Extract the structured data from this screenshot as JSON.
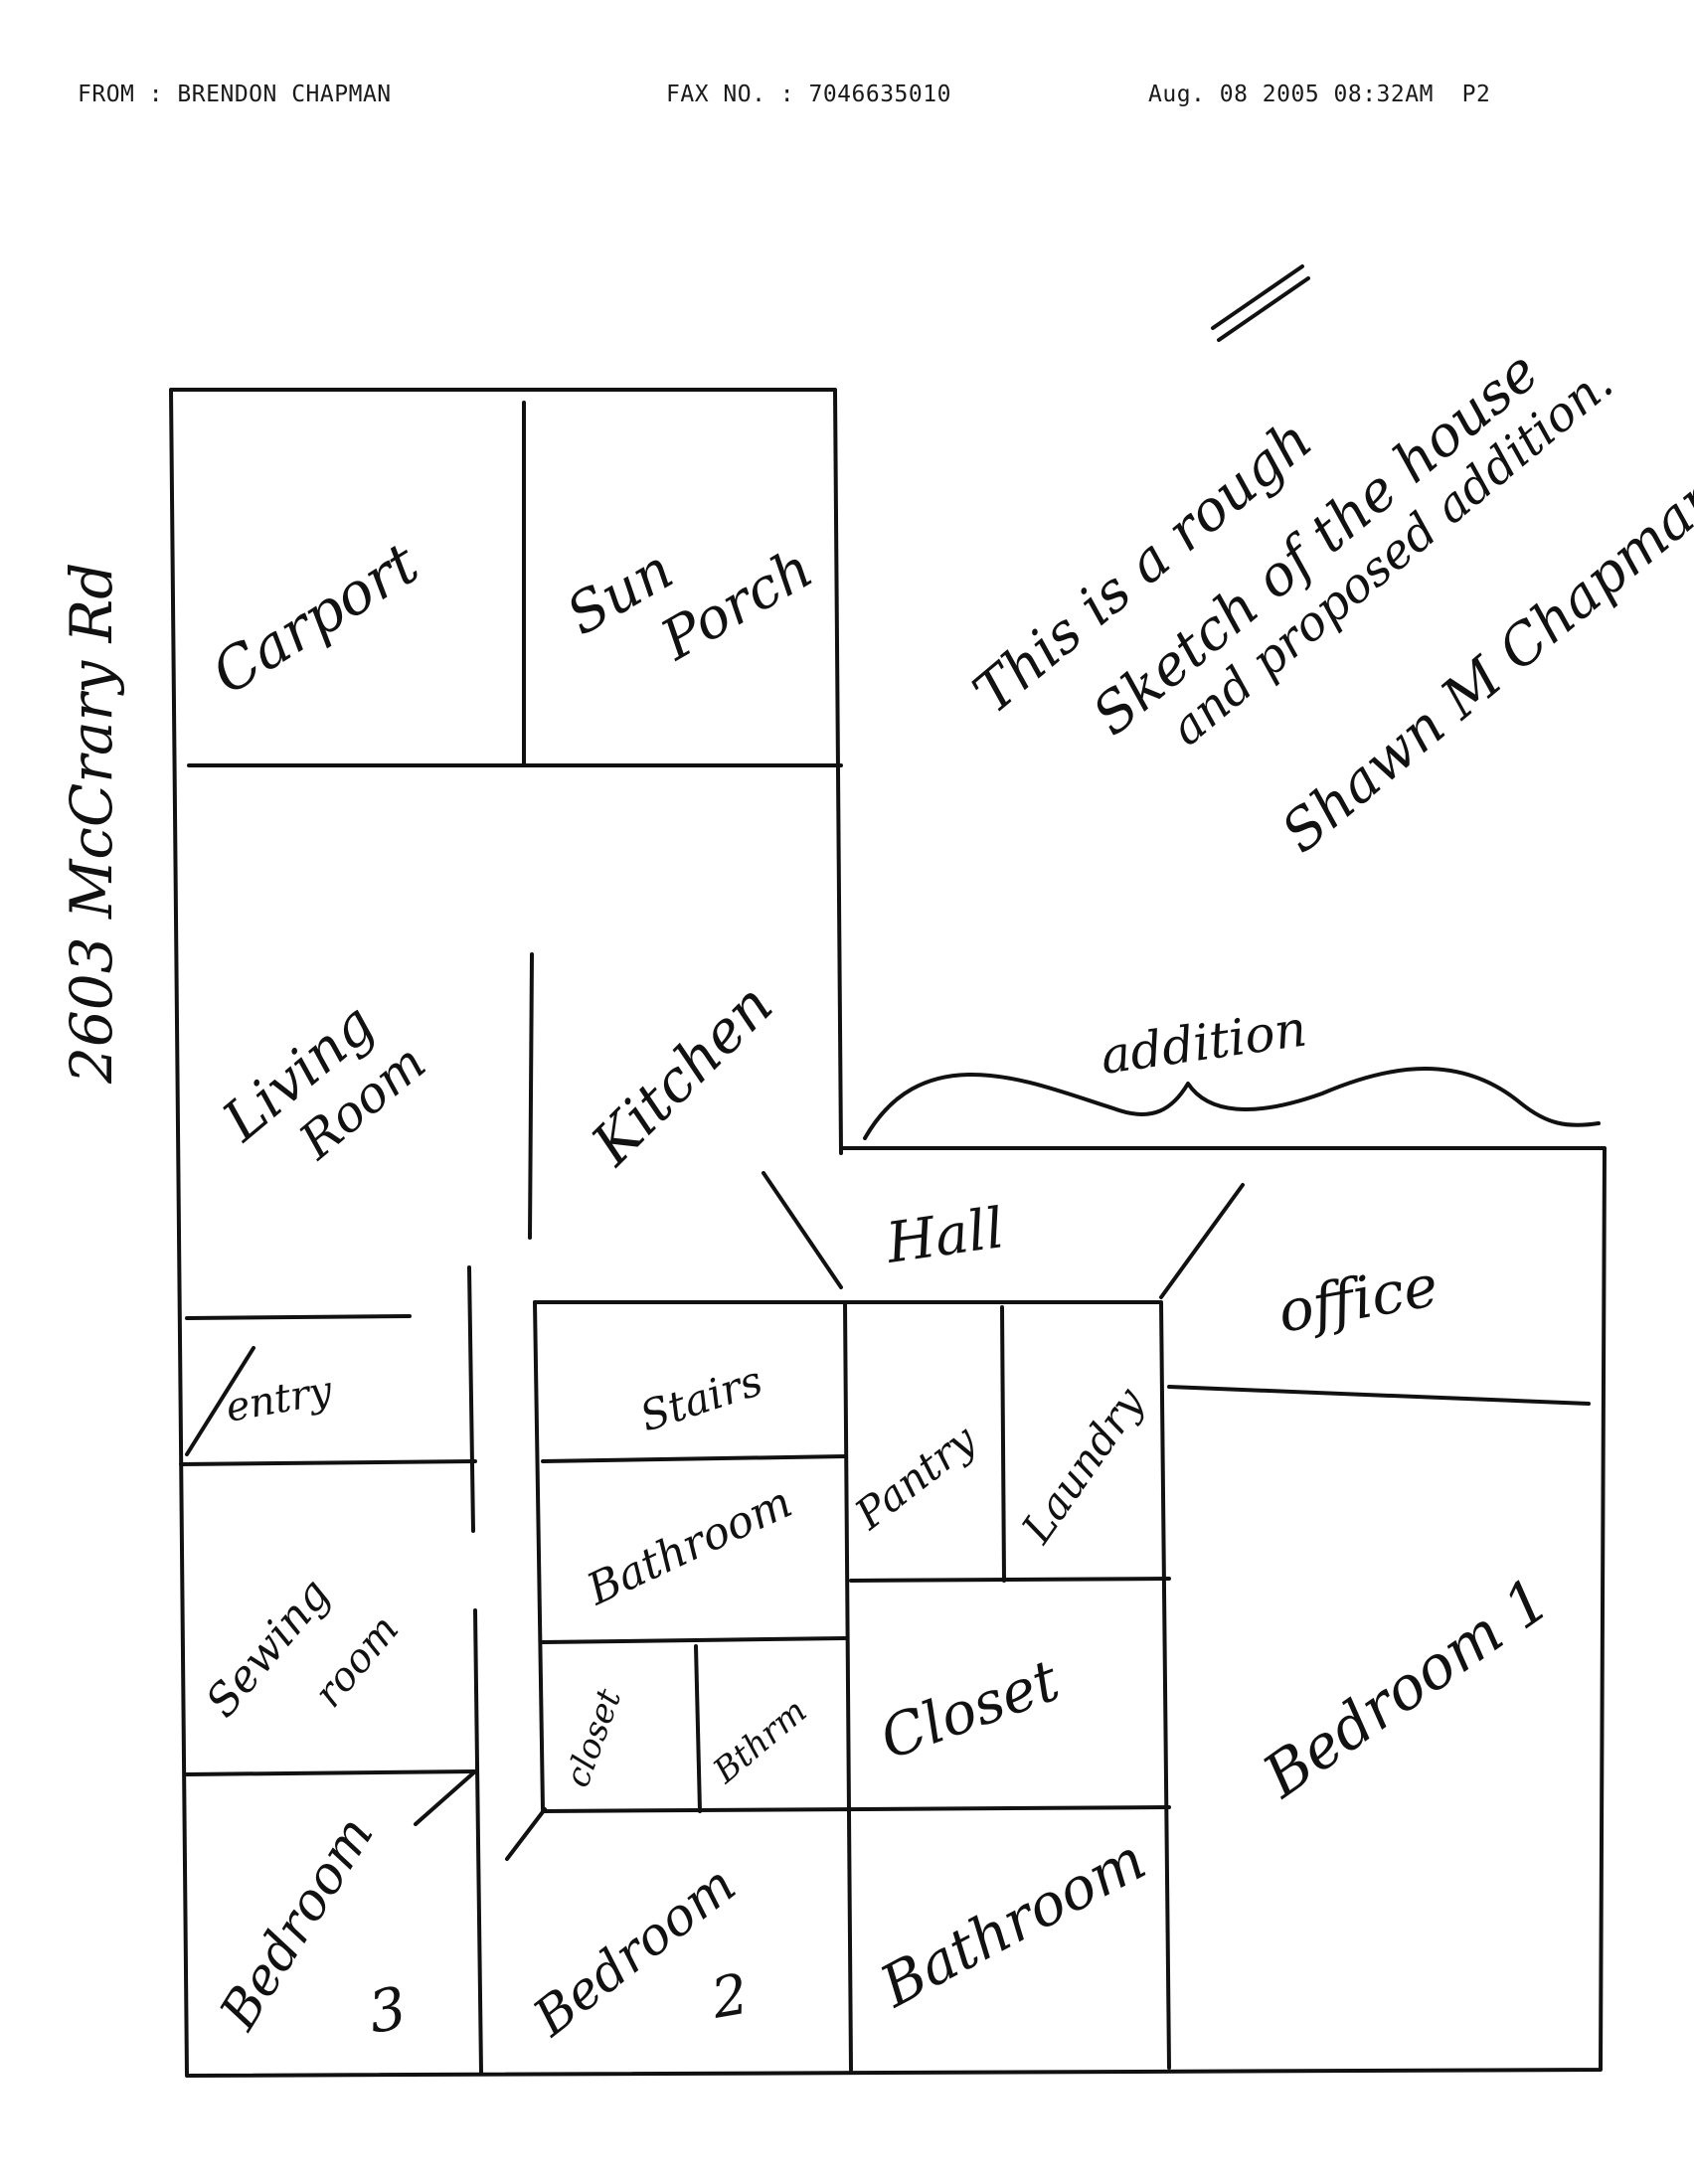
{
  "header": {
    "from": "FROM : BRENDON CHAPMAN",
    "fax": "FAX NO. : 7046635010",
    "date": "Aug. 08 2005 08:32AM  P2"
  },
  "address": "2603 McCrary Rd",
  "note": {
    "line1": "This is a rough",
    "line2": "Sketch of the house",
    "line3": "and proposed addition.",
    "signature": "Shawn M Chapman"
  },
  "addition_label": "addition",
  "rooms": {
    "carport": "Carport",
    "sun_porch_1": "Sun",
    "sun_porch_2": "Porch",
    "living_room_1": "Living",
    "living_room_2": "Room",
    "kitchen": "Kitchen",
    "hall": "Hall",
    "office": "office",
    "entry": "entry",
    "stairs": "Stairs",
    "pantry": "Pantry",
    "laundry": "Laundry",
    "bathroom_upper": "Bathroom",
    "sewing_room_1": "Sewing",
    "sewing_room_2": "room",
    "closet_small": "closet",
    "bthrm": "Bthrm",
    "closet_large": "Closet",
    "bedroom1": "Bedroom 1",
    "bedroom2_1": "Bedroom",
    "bedroom2_2": "2",
    "bedroom3_1": "Bedroom",
    "bedroom3_2": "3",
    "bathroom_lower": "Bathroom"
  }
}
